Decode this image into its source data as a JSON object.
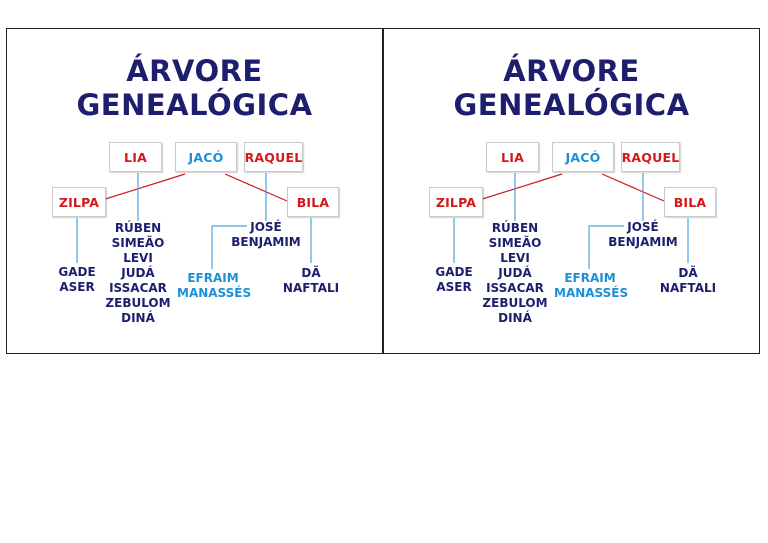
{
  "title": {
    "line1": "ÁRVORE",
    "line2": "GENEALÓGICA"
  },
  "people": {
    "lia": "LIA",
    "jaco": "JACÓ",
    "raquel": "RAQUEL",
    "zilpa": "ZILPA",
    "bila": "BILA"
  },
  "children": {
    "zilpa": [
      "GADE",
      "ASER"
    ],
    "lia": [
      "RÚBEN",
      "SIMEÃO",
      "LEVI",
      "JUDÁ",
      "ISSACAR",
      "ZEBULOM",
      "DINÁ"
    ],
    "raquel": [
      "JOSÉ",
      "BENJAMIM"
    ],
    "jose": [
      "EFRAIM",
      "MANASSÉS"
    ],
    "bila": [
      "DÃ",
      "NAFTALI"
    ]
  },
  "colors": {
    "title": "#1d1f6e",
    "wife": "#d3191c",
    "jaco": "#1d8fd6",
    "children": "#1d1f6e",
    "grandchildren": "#1d8fd6",
    "line_red": "#d3191c",
    "line_blue": "#4aa3df",
    "border": "#222222"
  }
}
